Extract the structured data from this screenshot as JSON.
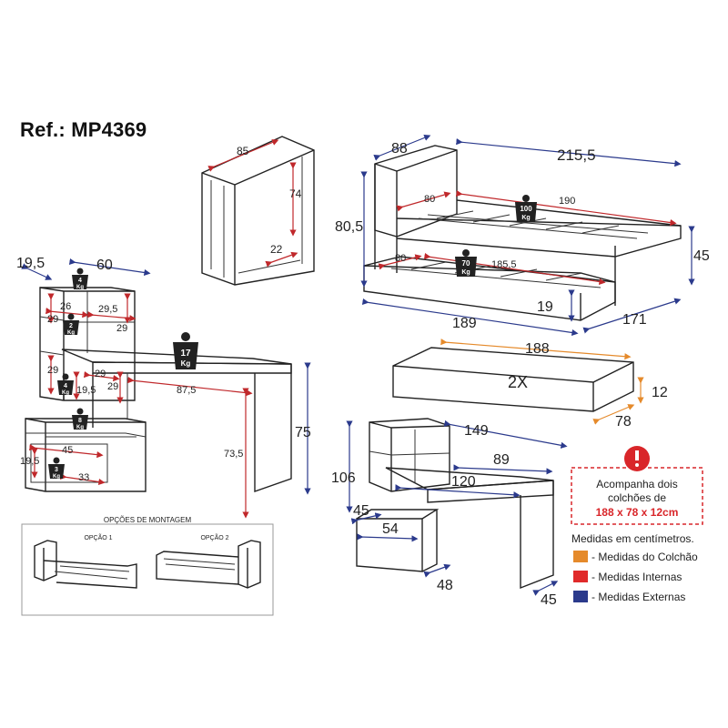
{
  "ref": "Ref.: MP4369",
  "frame": {
    "w": "85",
    "h": "74",
    "d": "22"
  },
  "bed": {
    "w": "215,5",
    "d": "88",
    "h": "80,5",
    "inner": "80",
    "inner_w": "190",
    "weight_top": "100",
    "weight_unit": "Kg",
    "trundle_inner": "80",
    "trundle_w": "185,5",
    "weight_trundle": "70",
    "side_h": "45",
    "w2": "189",
    "h2": "19",
    "d2": "171"
  },
  "shelf": {
    "d": "19,5",
    "w": "60",
    "top_w": "26",
    "top_w2": "29,5",
    "h1": "29",
    "h2": "29",
    "h3": "29",
    "h4": "29",
    "h5": "19,5",
    "h6": "29",
    "drawer_w": "45",
    "drawer_h": "19,5",
    "drawer_d": "33",
    "desk_w": "87,5",
    "desk_h": "73,5",
    "total_h": "75",
    "w_top": "4",
    "w_mid": "2",
    "w_low": "4",
    "w_drawer_top": "8",
    "w_drawer": "3",
    "w_desk": "17"
  },
  "mattress": {
    "w": "188",
    "label": "2X",
    "h": "12",
    "d": "78"
  },
  "desk2": {
    "w": "149",
    "w2": "89",
    "w3": "120",
    "h": "106",
    "a": "45",
    "b": "54",
    "c": "48",
    "d": "45"
  },
  "assembly": {
    "title": "OPÇÕES DE MONTAGEM",
    "opt1": "OPÇÃO 1",
    "opt2": "OPÇÃO 2"
  },
  "notice": {
    "line1": "Acompanha dois",
    "line2": "colchões de",
    "line3": "188 x 78 x 12cm"
  },
  "legend": {
    "title": "Medidas em centímetros.",
    "items": [
      {
        "label": "- Medidas do Colchão",
        "color": "#e58a2b"
      },
      {
        "label": "- Medidas Internas",
        "color": "#e02a2a"
      },
      {
        "label": "- Medidas Externas",
        "color": "#2b3a8c"
      }
    ]
  },
  "colors": {
    "external": "#2b3a8c",
    "internal": "#c0282b",
    "mattress": "#e58a2b",
    "alert": "#d9262a"
  }
}
